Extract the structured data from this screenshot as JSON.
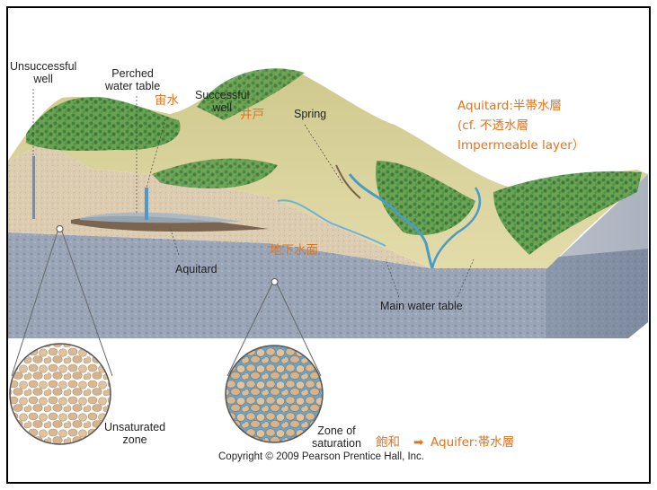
{
  "labels": {
    "unsuccessful_well": [
      "Unsuccessful",
      "well"
    ],
    "perched_water_table": [
      "Perched",
      "water table"
    ],
    "successful_well": [
      "Successful",
      "well"
    ],
    "spring": "Spring",
    "aquitard": "Aquitard",
    "main_water_table": "Main water table",
    "unsaturated_zone": [
      "Unsaturated",
      "zone"
    ],
    "zone_of_saturation": [
      "Zone of",
      "saturation"
    ]
  },
  "annotations": {
    "perched_jp": "宙水",
    "well_jp": "井戸",
    "groundwater_surface_jp": "地下水面",
    "aquitard_def": [
      "Aquitard:半帯水層",
      "(cf. 不透水層",
      "Impermeable layer）"
    ],
    "saturation_jp": "飽和",
    "aquifer_arrow": "➡",
    "aquifer_def": "Aquifer:帯水層"
  },
  "copyright": "Copyright © 2009 Pearson Prentice Hall, Inc.",
  "colors": {
    "annotation": "#e2731e",
    "bedrock": "#98a5b8",
    "soil": "#d9cbb0",
    "vegetation": "#3e8a3e",
    "water": "#4a9bc9"
  }
}
